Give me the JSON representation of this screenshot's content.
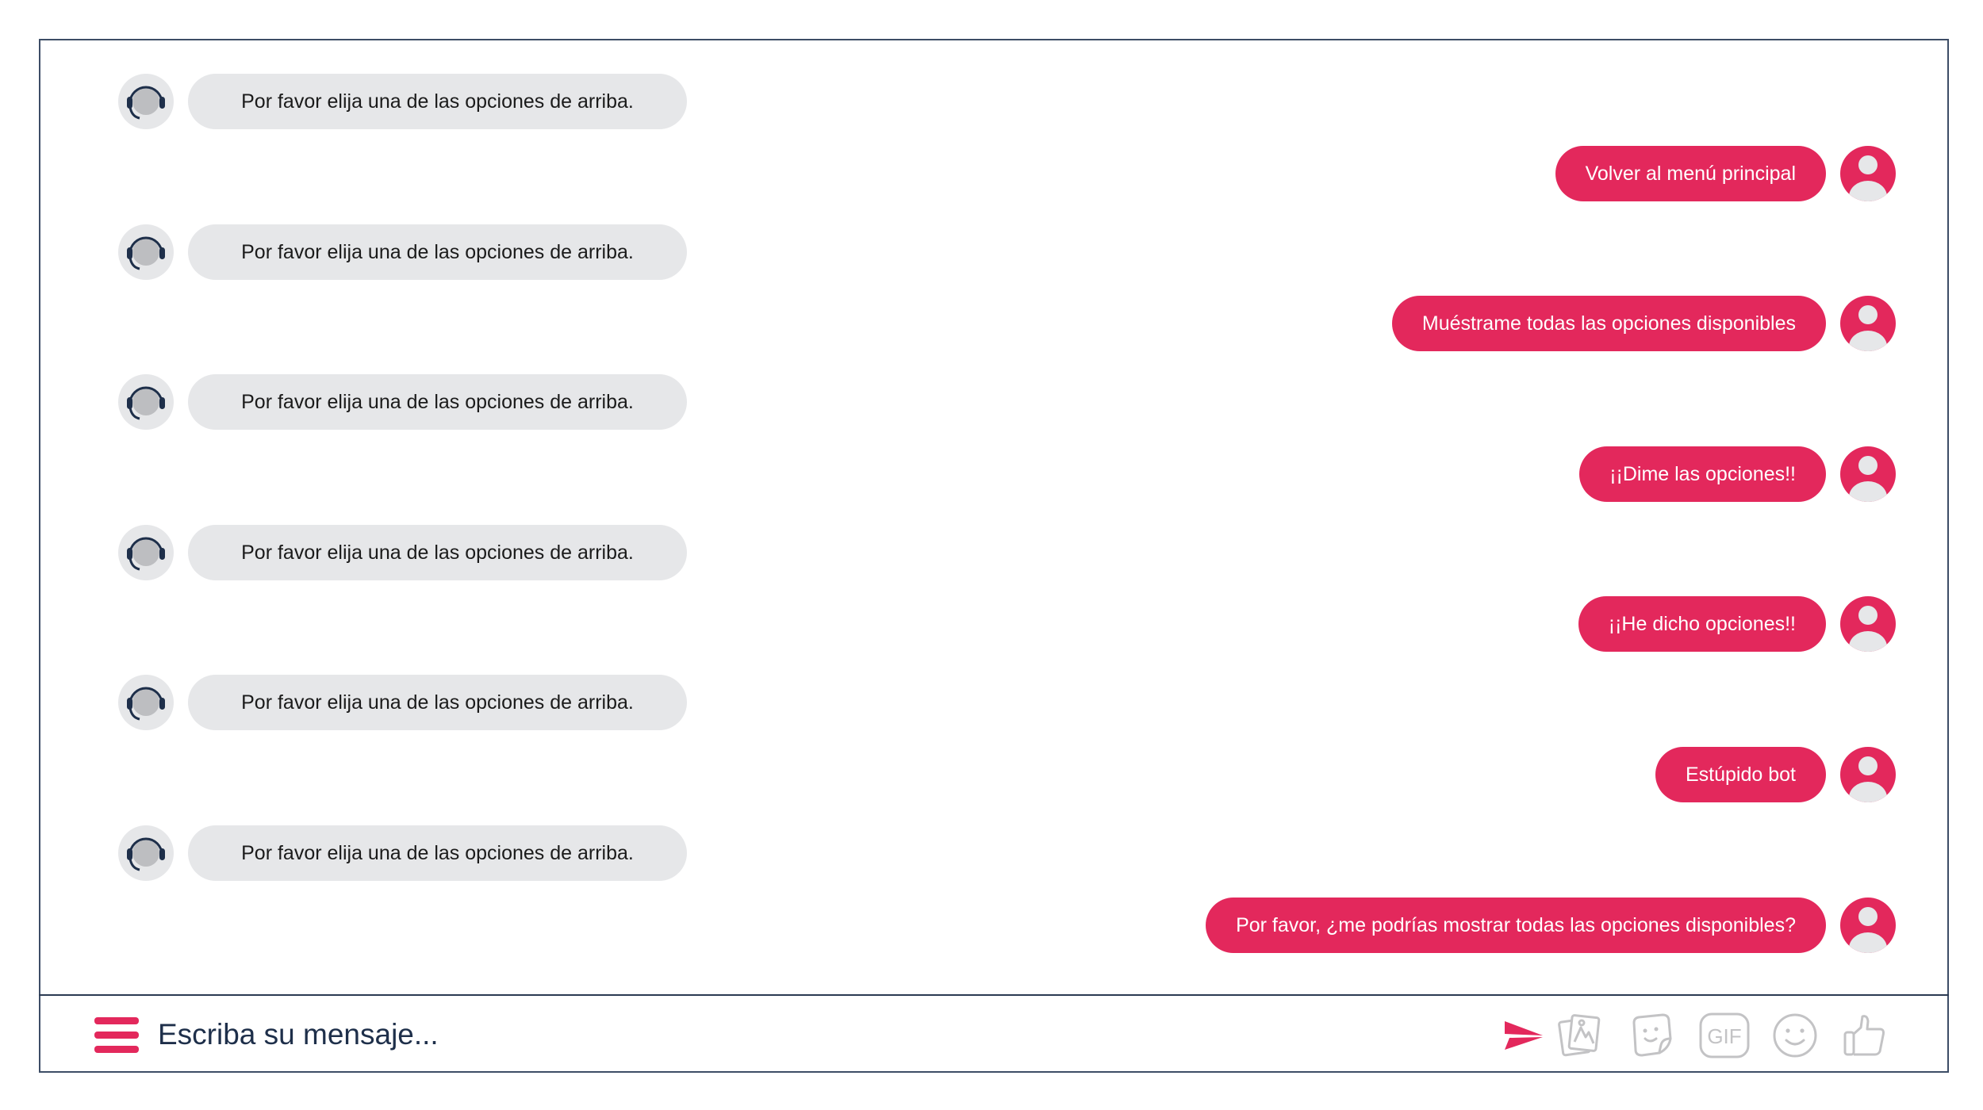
{
  "colors": {
    "accent": "#e3285c",
    "bot_bubble": "#e6e7e9",
    "navy": "#1e2f4a",
    "icon_gray": "#c3c3c5"
  },
  "messages": [
    {
      "sender": "bot",
      "text": "Por favor elija una de las opciones de arriba.",
      "avatar_icon": "headset-agent-icon"
    },
    {
      "sender": "user",
      "text": "Volver al menú principal",
      "avatar_icon": "user-icon"
    },
    {
      "sender": "bot",
      "text": "Por favor elija una de las opciones de arriba.",
      "avatar_icon": "headset-agent-icon"
    },
    {
      "sender": "user",
      "text": "Muéstrame todas las opciones disponibles",
      "avatar_icon": "user-icon"
    },
    {
      "sender": "bot",
      "text": "Por favor elija una de las opciones de arriba.",
      "avatar_icon": "headset-agent-icon"
    },
    {
      "sender": "user",
      "text": "¡¡Dime las opciones!!",
      "avatar_icon": "user-icon"
    },
    {
      "sender": "bot",
      "text": "Por favor elija una de las opciones de arriba.",
      "avatar_icon": "headset-agent-icon"
    },
    {
      "sender": "user",
      "text": "¡¡He dicho opciones!!",
      "avatar_icon": "user-icon"
    },
    {
      "sender": "bot",
      "text": "Por favor elija una de las opciones de arriba.",
      "avatar_icon": "headset-agent-icon"
    },
    {
      "sender": "user",
      "text": "Estúpido bot",
      "avatar_icon": "user-icon"
    },
    {
      "sender": "bot",
      "text": "Por favor elija una de las opciones de arriba.",
      "avatar_icon": "headset-agent-icon"
    },
    {
      "sender": "user",
      "text": "Por favor, ¿me podrías mostrar todas las opciones disponibles?",
      "avatar_icon": "user-icon"
    }
  ],
  "composer": {
    "menu_icon": "hamburger-menu-icon",
    "placeholder": "Escriba su mensaje...",
    "value": "",
    "tools": [
      {
        "name": "send",
        "icon": "send-icon"
      },
      {
        "name": "images",
        "icon": "image-gallery-icon"
      },
      {
        "name": "sticker",
        "icon": "sticker-icon"
      },
      {
        "name": "gif",
        "icon": "gif-icon",
        "label": "GIF"
      },
      {
        "name": "emoji",
        "icon": "emoji-icon"
      },
      {
        "name": "like",
        "icon": "thumbs-up-icon"
      }
    ]
  }
}
